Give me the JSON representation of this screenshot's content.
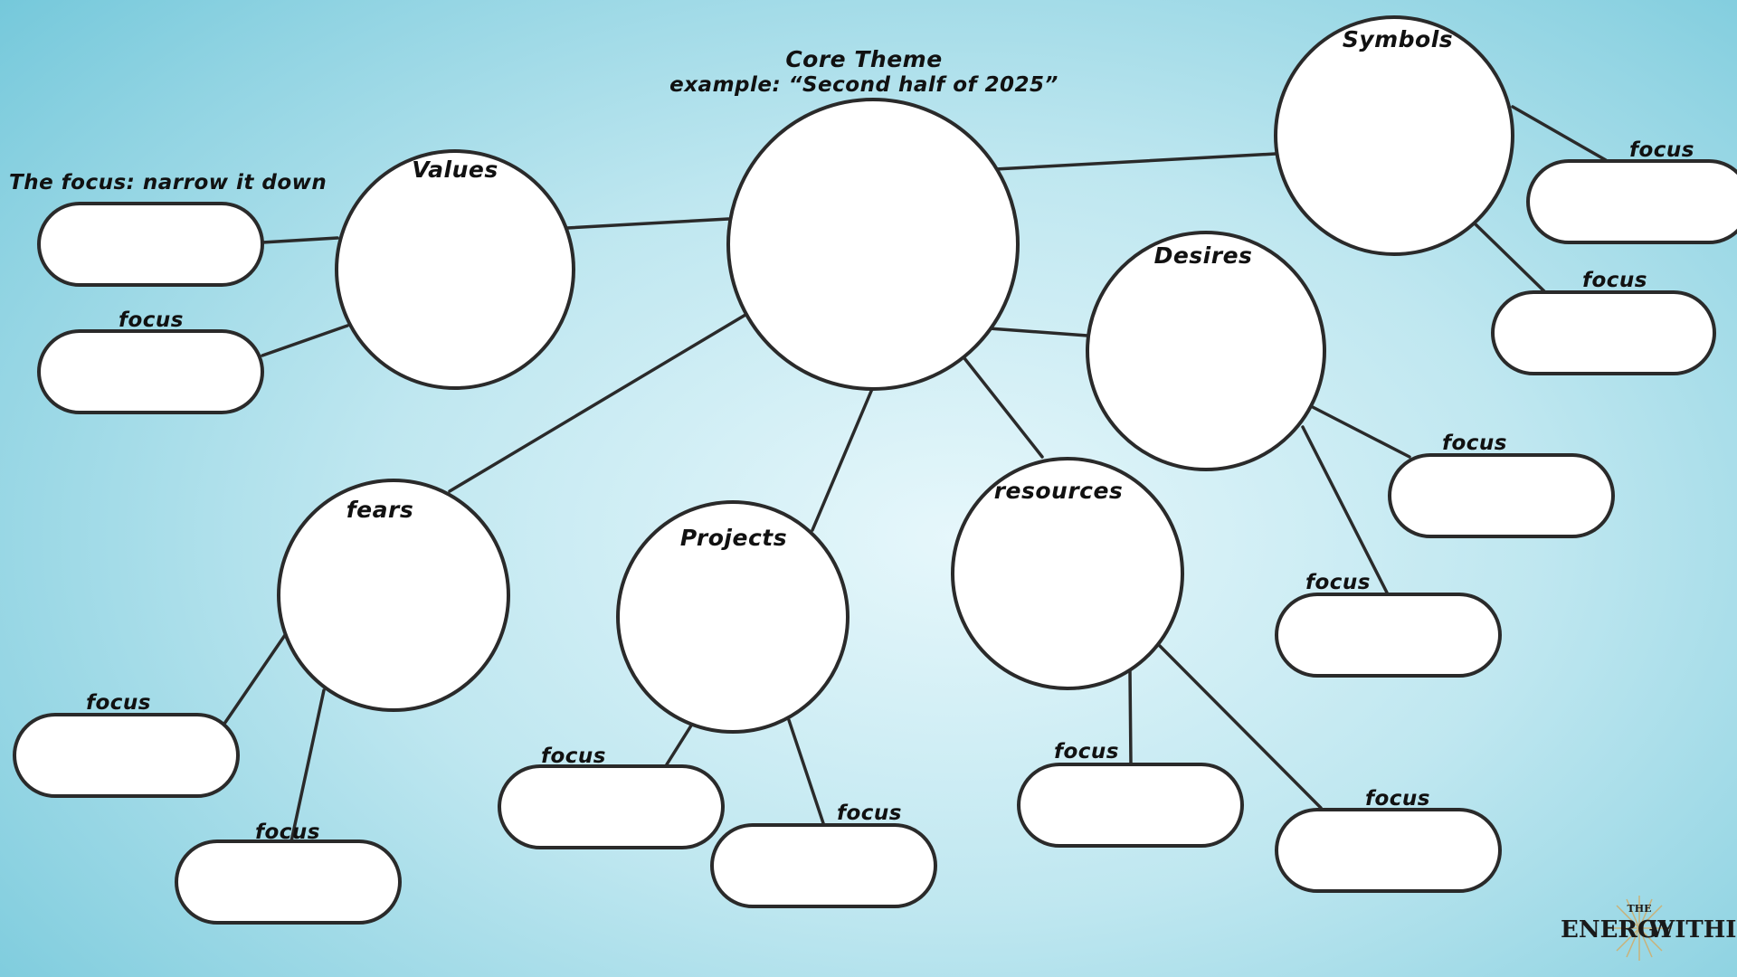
{
  "diagram": {
    "core_title": "Core Theme",
    "core_example": "example: “Second half of 2025”",
    "nodes": {
      "values": "Values",
      "symbols": "Symbols",
      "desires": "Desires",
      "fears": "fears",
      "projects": "Projects",
      "resources": "resources"
    },
    "hint": "The focus: narrow it down",
    "focus": "focus"
  },
  "brand": {
    "the": "THE",
    "energy": "ENERGY",
    "within": "WITHIN"
  },
  "colors": {
    "background_center": "#e6f7fb",
    "background_edge": "#72c7da",
    "stroke": "#2a2a2a",
    "fill": "#ffffff"
  }
}
